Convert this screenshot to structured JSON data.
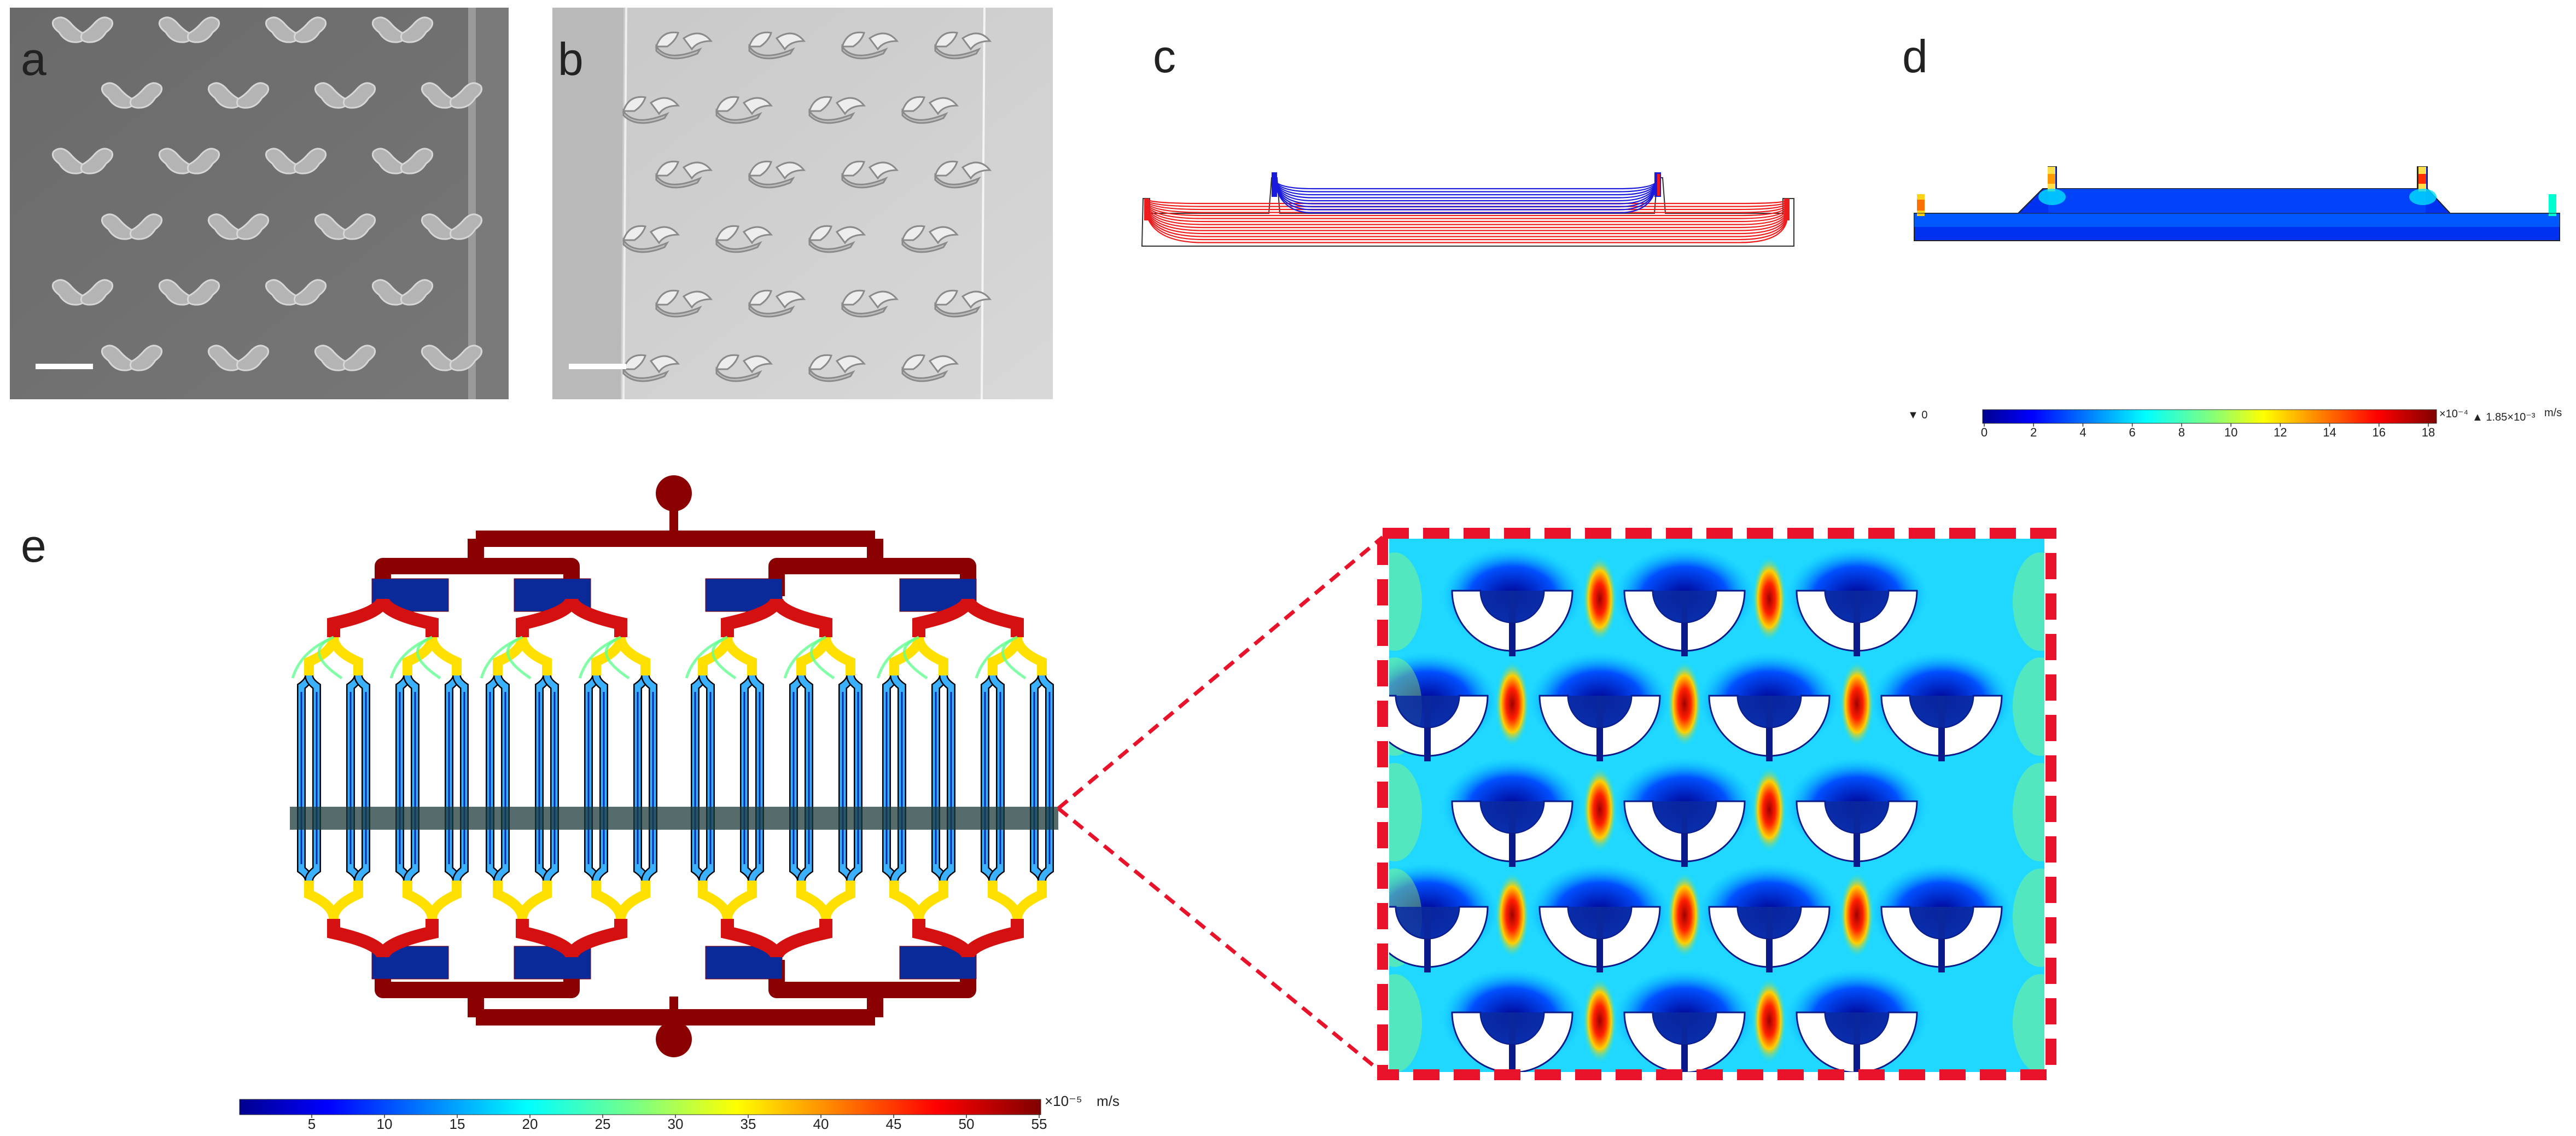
{
  "figure": {
    "panels": {
      "a": {
        "label": "a",
        "kind": "SEM micrograph",
        "has_scale_bar": true
      },
      "b": {
        "label": "b",
        "kind": "SEM micrograph (tilted)",
        "has_scale_bar": true
      },
      "c": {
        "label": "c",
        "kind": "flow streamlines, cross-section"
      },
      "d": {
        "label": "d",
        "kind": "velocity magnitude, cross-section"
      },
      "e": {
        "label": "e",
        "kind": "velocity magnitude, top view with zoom inset"
      }
    },
    "colorbar_d": {
      "min_marker": "▼ 0",
      "max_marker": "▲ 1.85×10⁻³",
      "exponent": "×10⁻⁴",
      "unit": "m/s",
      "ticks": [
        "0",
        "2",
        "4",
        "6",
        "8",
        "10",
        "12",
        "14",
        "16",
        "18"
      ]
    },
    "colorbar_e": {
      "exponent": "×10⁻⁵",
      "unit": "m/s",
      "ticks": [
        "5",
        "10",
        "15",
        "20",
        "25",
        "30",
        "35",
        "40",
        "45",
        "50",
        "55"
      ]
    },
    "colors": {
      "jet_low": "#00008f",
      "jet_mid": "#00ffff",
      "jet_high": "#800000",
      "zoom_box": "#e8132a",
      "sem_gray": "#6e6e6e",
      "sem_light": "#cfcfcf"
    }
  }
}
